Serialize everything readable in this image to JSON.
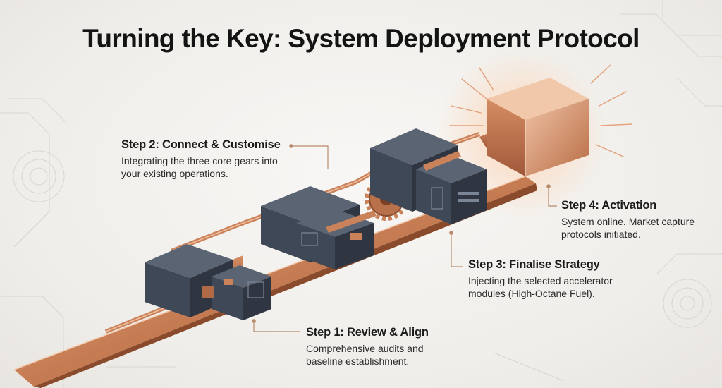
{
  "title": "Turning the Key: System Deployment Protocol",
  "colors": {
    "background": "#f1efec",
    "copper": "#c9825a",
    "copper_light": "#e8b394",
    "copper_dark": "#8e4f30",
    "module_top": "#5a6473",
    "module_front": "#3f4856",
    "module_side": "#2f3641",
    "callout_line": "#b98a6c",
    "text": "#1a1a1a"
  },
  "steps": [
    {
      "title": "Step 1: Review & Align",
      "description": "Comprehensive audits and baseline establishment."
    },
    {
      "title": "Step 2: Connect & Customise",
      "description": "Integrating the three core gears into your existing operations."
    },
    {
      "title": "Step 3: Finalise Strategy",
      "description": "Injecting the selected accelerator modules (High-Octane Fuel)."
    },
    {
      "title": "Step 4: Activation",
      "description": "System online. Market capture protocols initiated."
    }
  ],
  "icons": [
    "gear-icon",
    "copper-key-cube"
  ]
}
